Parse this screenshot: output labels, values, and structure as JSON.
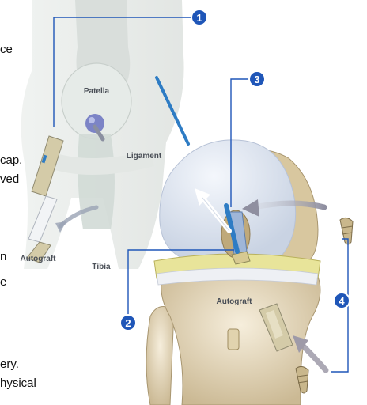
{
  "fragments": [
    "ce",
    "cap.",
    "ved",
    "n",
    "e",
    "ery.",
    "hysical"
  ],
  "labels": {
    "patella": "Patella",
    "ligament": "Ligament",
    "autograft_left": "Autograft",
    "tibia": "Tibia",
    "autograft_right": "Autograft"
  },
  "markers": [
    "1",
    "2",
    "3",
    "4"
  ],
  "colors": {
    "marker_fill": "#1f56b8",
    "marker_ring": "#ffffff",
    "leader_line": "#1f56b8",
    "bone": "#e9dcc2",
    "cartilage": "#dfe6f2",
    "meniscus": "#e8e49a",
    "tool": "#2e7cc4"
  }
}
